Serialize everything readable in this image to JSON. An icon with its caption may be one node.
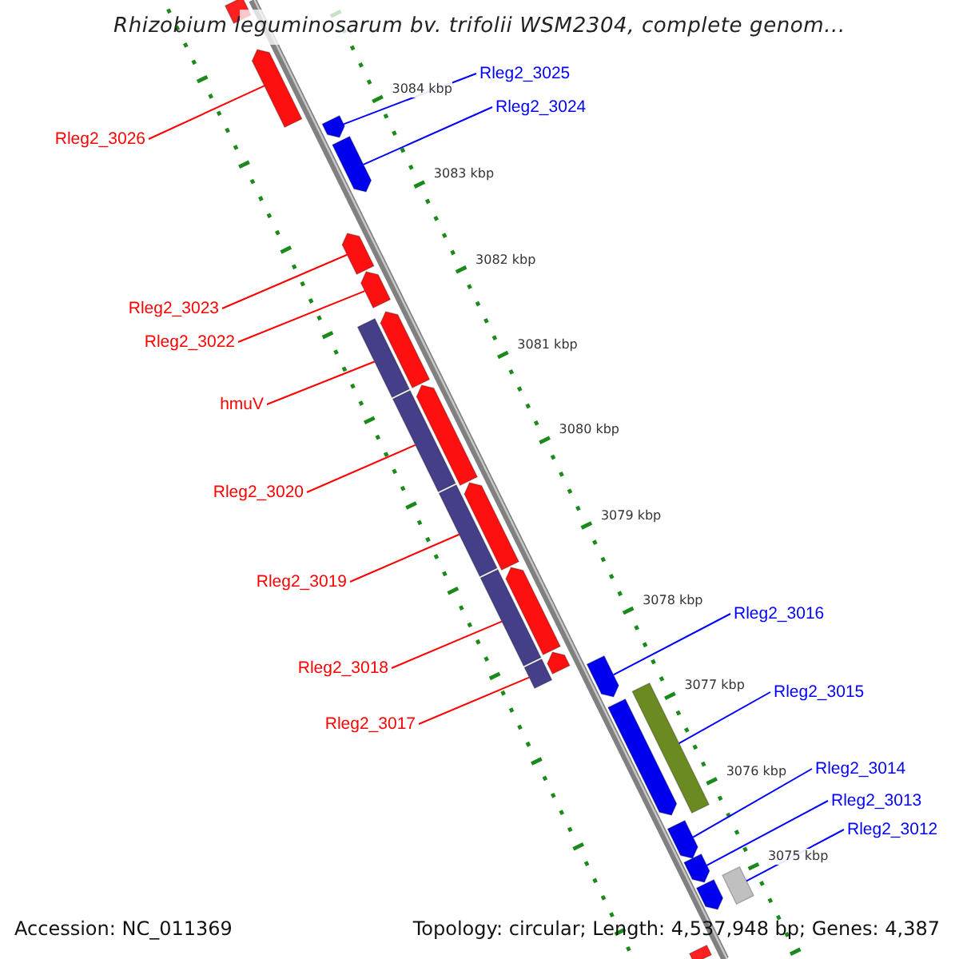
{
  "diagram": {
    "title": "Rhizobium leguminosarum bv. trifolii WSM2304, complete genom...",
    "nodes": [
      {
        "text": [
          "Rleg2_3025"
        ]
      },
      {
        "text": [
          "Rleg2_3024"
        ]
      },
      {
        "text": [
          "Rleg2_3026"
        ]
      },
      {
        "text": [
          "Rleg2_3023"
        ]
      },
      {
        "text": [
          "Rleg2_3022"
        ]
      },
      {
        "text": [
          "hmuV"
        ]
      },
      {
        "text": [
          "Rleg2_3020"
        ]
      },
      {
        "text": [
          "Rleg2_3019"
        ]
      },
      {
        "text": [
          "Rleg2_3018"
        ]
      },
      {
        "text": [
          "Rleg2_3017"
        ]
      },
      {
        "text": [
          "Rleg2_3016"
        ]
      },
      {
        "text": [
          "Rleg2_3015"
        ]
      },
      {
        "text": [
          "Rleg2_3014"
        ]
      },
      {
        "text": [
          "Rleg2_3013"
        ]
      },
      {
        "text": [
          "Rleg2_3012"
        ]
      },
      {
        "text": [],
        "shape": "pentagon"
      },
      {
        "text": [],
        "shape": "pentagon"
      },
      {
        "text": [],
        "shape": "pentagon"
      },
      {
        "text": [],
        "shape": "pentagon"
      },
      {
        "text": [],
        "shape": "pentagon"
      },
      {
        "text": [],
        "shape": "pentagon"
      },
      {
        "text": [],
        "shape": "pentagon"
      },
      {
        "text": [],
        "shape": "bar"
      },
      {
        "text": [],
        "shape": "pentagon"
      },
      {
        "text": [],
        "shape": "bar"
      },
      {
        "text": [],
        "shape": "pentagon"
      },
      {
        "text": [],
        "shape": "bar"
      },
      {
        "text": [],
        "shape": "pentagon"
      },
      {
        "text": [],
        "shape": "bar"
      },
      {
        "text": [],
        "shape": "pentagon"
      },
      {
        "text": [],
        "shape": "bar"
      },
      {
        "text": [],
        "shape": "pentagon"
      },
      {
        "text": [],
        "shape": "bar"
      },
      {
        "text": [],
        "shape": "pentagon"
      },
      {
        "text": [],
        "shape": "pentagon"
      },
      {
        "text": [],
        "shape": "pentagon"
      },
      {
        "text": [],
        "shape": "bar"
      },
      {
        "text": [],
        "shape": "pentagon"
      },
      {
        "text": [],
        "shape": "pentagon"
      }
    ],
    "edges": [
      {
        "from": 0,
        "to": 17,
        "arrow": "none",
        "color": "#0000ff"
      },
      {
        "from": 1,
        "to": 18,
        "arrow": "none",
        "color": "#0000ff"
      },
      {
        "from": 2,
        "to": 16,
        "arrow": "none"
      },
      {
        "from": 3,
        "to": 19,
        "arrow": "none"
      },
      {
        "from": 4,
        "to": 20,
        "arrow": "none"
      },
      {
        "from": 5,
        "to": 22,
        "arrow": "none"
      },
      {
        "from": 6,
        "to": 24,
        "arrow": "none"
      },
      {
        "from": 7,
        "to": 26,
        "arrow": "none"
      },
      {
        "from": 8,
        "to": 28,
        "arrow": "none"
      },
      {
        "from": 9,
        "to": 30,
        "arrow": "none"
      },
      {
        "from": 10,
        "to": 31,
        "arrow": "none",
        "color": "#0000ff"
      },
      {
        "from": 11,
        "to": 32,
        "arrow": "none",
        "color": "#0000ff"
      },
      {
        "from": 12,
        "to": 34,
        "arrow": "none",
        "color": "#0000ff"
      },
      {
        "from": 13,
        "to": 35,
        "arrow": "none",
        "color": "#0000ff"
      },
      {
        "from": 14,
        "to": 36,
        "arrow": "none",
        "color": "#0000ff"
      }
    ],
    "labels": [
      "3084 kbp",
      "3083 kbp",
      "3082 kbp",
      "3081 kbp",
      "3080 kbp",
      "3079 kbp",
      "3078 kbp",
      "3077 kbp",
      "3076 kbp",
      "3075 kbp",
      "Accession: NC_011369",
      "Topology: circular; Length: 4,537,948 bp; Genes: 4,387"
    ]
  }
}
